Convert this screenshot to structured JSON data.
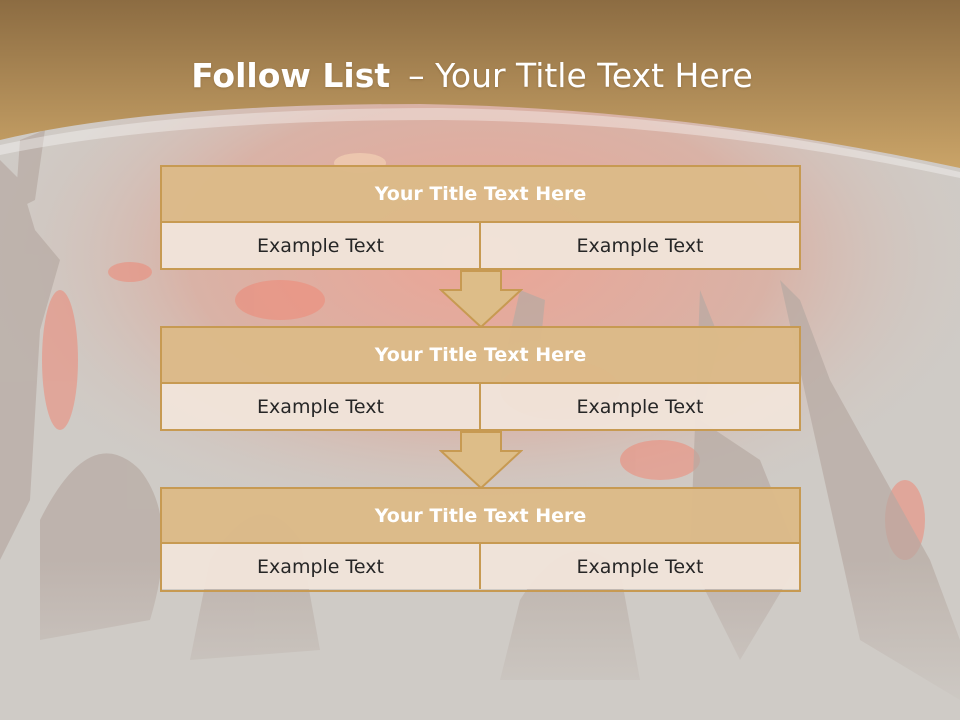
{
  "title": {
    "bold": "Follow List",
    "dash": "–",
    "rest": "Your Title Text Here"
  },
  "blocks": [
    {
      "header": "Your Title Text Here",
      "left": "Example Text",
      "right": "Example Text"
    },
    {
      "header": "Your Title Text Here",
      "left": "Example Text",
      "right": "Example Text"
    },
    {
      "header": "Your Title Text Here",
      "left": "Example Text",
      "right": "Example Text"
    }
  ],
  "colors": {
    "accent_gold": "#c79a52",
    "header_fill": "#dcba88",
    "cell_fill": "#f0e4da",
    "background_gray": "#cfcbc6"
  },
  "icons": [
    "down-arrow-icon",
    "down-arrow-icon"
  ]
}
